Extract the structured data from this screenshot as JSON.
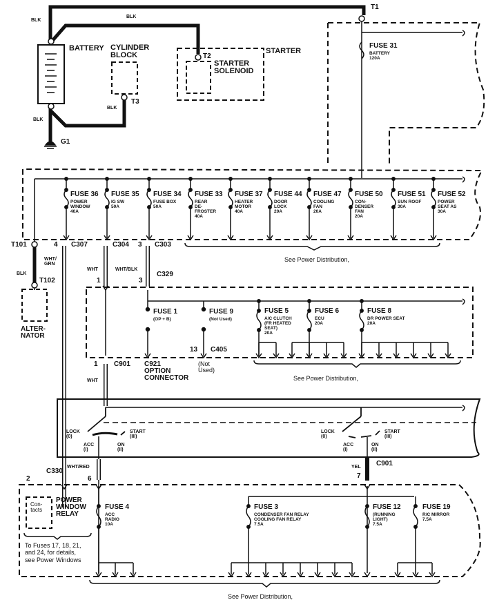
{
  "title": "Power Distribution Wiring Diagram",
  "colors": {
    "line": "#111111",
    "background": "#ffffff"
  },
  "top_section": {
    "battery_label": "BATTERY",
    "cylinder_block_label": "CYLINDER\nBLOCK",
    "starter_label": "STARTER",
    "starter_solenoid_label": "STARTER\nSOLENOID",
    "ground_label": "G1",
    "terminals": {
      "t1": "T1",
      "t2": "T2",
      "t3": "T3"
    },
    "wire_colors": {
      "battery_to_t1": "BLK",
      "battery_to_t2": "BLK",
      "t3": "BLK",
      "ground": "BLK"
    }
  },
  "fuse_31": {
    "name": "FUSE 31",
    "desc": "BATTERY\n120A"
  },
  "main_fuse_box": {
    "fuses": [
      {
        "name": "FUSE 36",
        "desc": "POWER\nWINDOW\n40A"
      },
      {
        "name": "FUSE 35",
        "desc": "IG SW\n50A"
      },
      {
        "name": "FUSE 34",
        "desc": "FUSE BOX\n50A"
      },
      {
        "name": "FUSE 33",
        "desc": "REAR\nDE-\nFROSTER\n40A"
      },
      {
        "name": "FUSE 37",
        "desc": "HEATER\nMOTOR\n40A"
      },
      {
        "name": "FUSE 44",
        "desc": "DOOR\nLOCK\n20A"
      },
      {
        "name": "FUSE 47",
        "desc": "COOLING\nFAN\n20A"
      },
      {
        "name": "FUSE 50",
        "desc": "CON-\nDENSER\nFAN\n20A"
      },
      {
        "name": "FUSE 51",
        "desc": "SUN ROOF\n30A"
      },
      {
        "name": "FUSE 52",
        "desc": "POWER\nSEAT AS\n30A"
      }
    ],
    "see_power_distribution": "See Power Distribution,"
  },
  "connectors_row1": {
    "t101": "T101",
    "c307_pin": "4",
    "c307": "C307",
    "c304": "C304",
    "c303_pin": "3",
    "c303": "C303",
    "c329": "C329",
    "c329_pin_left": "1",
    "c329_pin_right": "3",
    "wire_wht_grn": "WHT/\nGRN",
    "wire_wht": "WHT",
    "wire_wht_blk": "WHT/BLK",
    "wire_blk": "BLK",
    "t102": "T102",
    "alternator_label": "ALTER-\nNATOR"
  },
  "under_dash_box_1": {
    "fuses": [
      {
        "name": "FUSE 1",
        "desc": "(OP + B)"
      },
      {
        "name": "FUSE 9",
        "desc": "(Not Used)"
      },
      {
        "name": "FUSE 5",
        "desc": "A/C CLUTCH\n(FR HEATED\nSEAT)\n20A"
      },
      {
        "name": "FUSE 6",
        "desc": "ECU\n20A"
      },
      {
        "name": "FUSE 8",
        "desc": "DR POWER SEAT\n20A"
      }
    ],
    "c405_pin": "13",
    "c405": "C405",
    "c921": "C921\nOPTION\nCONNECTOR",
    "not_used": "(Not\nUsed)",
    "c901_pin": "1",
    "c901": "C901",
    "wire_wht": "WHT",
    "see_power_distribution": "See Power Distribution,"
  },
  "ignition_switch": {
    "left": {
      "lock": "LOCK\n(0)",
      "acc": "ACC\n(I)",
      "on": "ON\n(II)",
      "start": "START\n(III)"
    },
    "right": {
      "lock": "LOCK\n(0)",
      "acc": "ACC\n(I)",
      "on": "ON\n(II)",
      "start": "START\n(III)"
    },
    "wire_wht_red": "WHT/RED",
    "c330": "C330",
    "c330_pin": "2",
    "pin_6": "6",
    "wire_yel": "YEL",
    "pin_7": "7",
    "c901": "C901"
  },
  "under_dash_box_2": {
    "relay_contacts": "Con-\ntacts",
    "relay_label": "POWER\nWINDOW\nRELAY",
    "relay_note": "To Fuses 17, 18, 21,\nand 24, for details,\nsee Power Windows",
    "fuses": [
      {
        "name": "FUSE 4",
        "desc": "ACC\nRADIO\n10A"
      },
      {
        "name": "FUSE 3",
        "desc": "CONDENSER FAN RELAY\nCOOLING FAN RELAY\n7.5A"
      },
      {
        "name": "FUSE 12",
        "desc": "(RUNNING\nLIGHT)\n7.5A"
      },
      {
        "name": "FUSE 19",
        "desc": "R/C MIRROR\n7.5A"
      }
    ],
    "see_power_distribution": "See Power Distribution,"
  }
}
